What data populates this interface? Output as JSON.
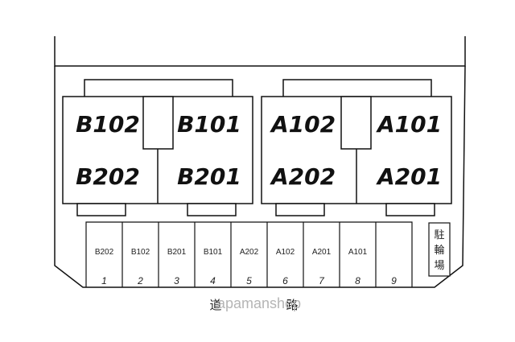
{
  "buildings": [
    {
      "label": "B102"
    },
    {
      "label": "B101"
    },
    {
      "label": "B202"
    },
    {
      "label": "B201"
    },
    {
      "label": "A102"
    },
    {
      "label": "A101"
    },
    {
      "label": "A202"
    },
    {
      "label": "A201"
    }
  ],
  "parking": [
    {
      "unit": "B202",
      "number": "1"
    },
    {
      "unit": "B102",
      "number": "2"
    },
    {
      "unit": "B201",
      "number": "3"
    },
    {
      "unit": "B101",
      "number": "4"
    },
    {
      "unit": "A202",
      "number": "5"
    },
    {
      "unit": "A102",
      "number": "6"
    },
    {
      "unit": "A201",
      "number": "7"
    },
    {
      "unit": "A101",
      "number": "8"
    },
    {
      "unit": "",
      "number": "9"
    }
  ],
  "bicycle_parking": {
    "chars": [
      "駐",
      "輪",
      "場"
    ]
  },
  "road": {
    "chars": [
      "道",
      "路"
    ]
  },
  "watermark": "apamanshop"
}
